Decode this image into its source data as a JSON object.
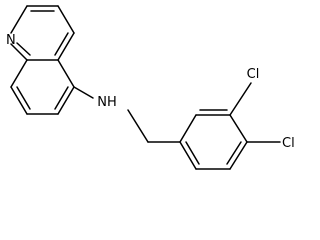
{
  "molecule": {
    "atoms": {
      "quinoline_n": "N",
      "amine_nh": "NH",
      "chloro_top": "Cl",
      "chloro_right": "Cl"
    }
  }
}
